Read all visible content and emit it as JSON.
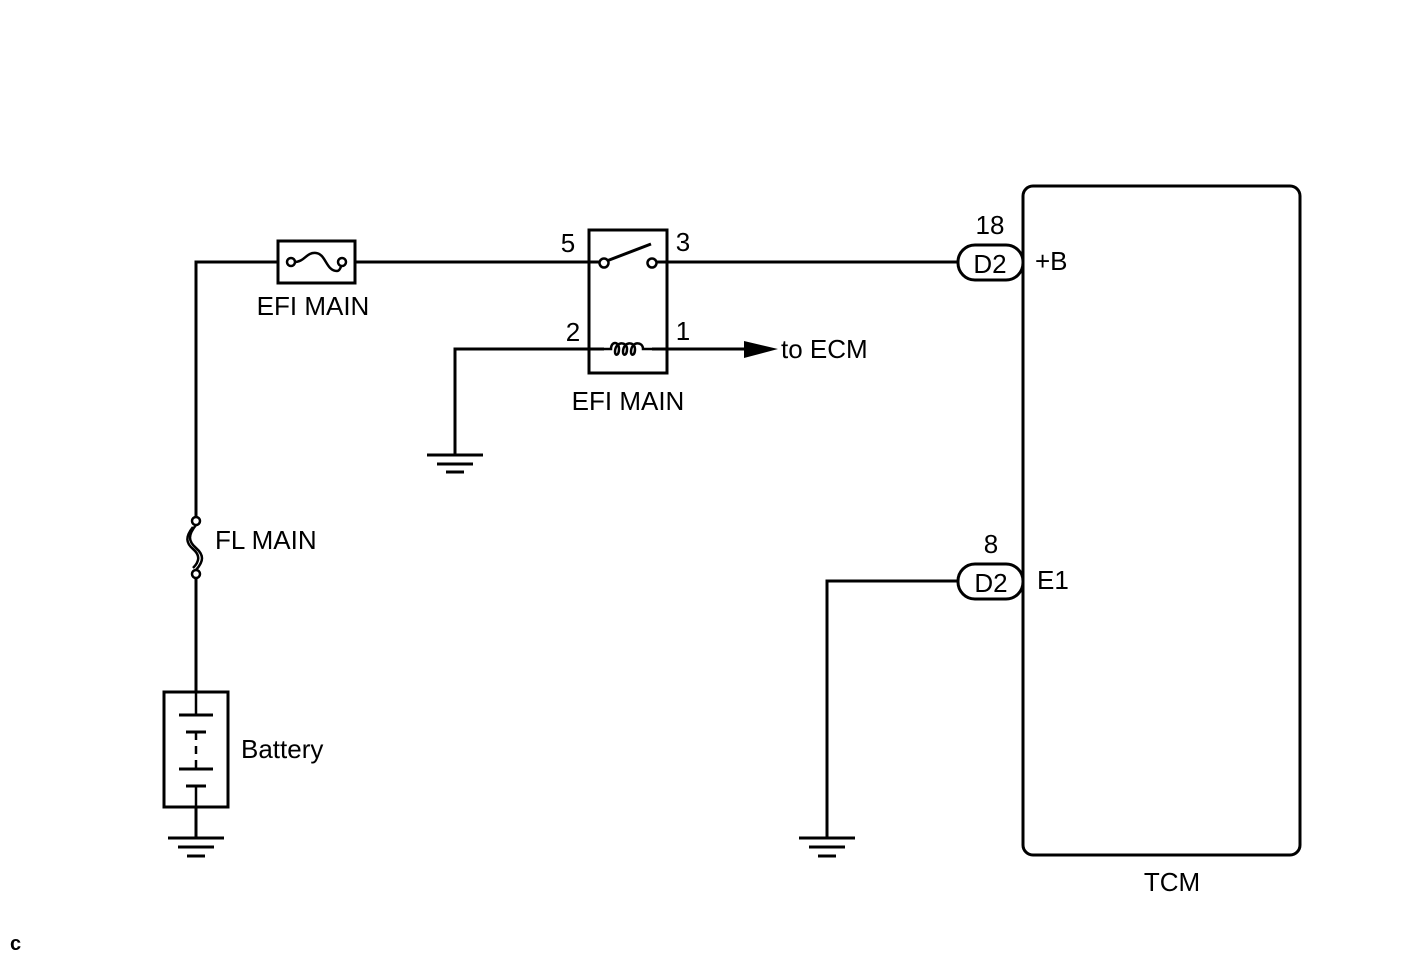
{
  "fuse_efi_main": {
    "label": "EFI MAIN"
  },
  "fusible_link": {
    "label": "FL MAIN"
  },
  "battery": {
    "label": "Battery"
  },
  "relay": {
    "label": "EFI MAIN",
    "pins": {
      "p5": "5",
      "p3": "3",
      "p2": "2",
      "p1": "1"
    },
    "output_label": "to ECM"
  },
  "tcm": {
    "label": "TCM",
    "connectors": [
      {
        "pin": "18",
        "connector": "D2",
        "terminal": "+B"
      },
      {
        "pin": "8",
        "connector": "D2",
        "terminal": "E1"
      }
    ]
  },
  "corner_mark": "c"
}
